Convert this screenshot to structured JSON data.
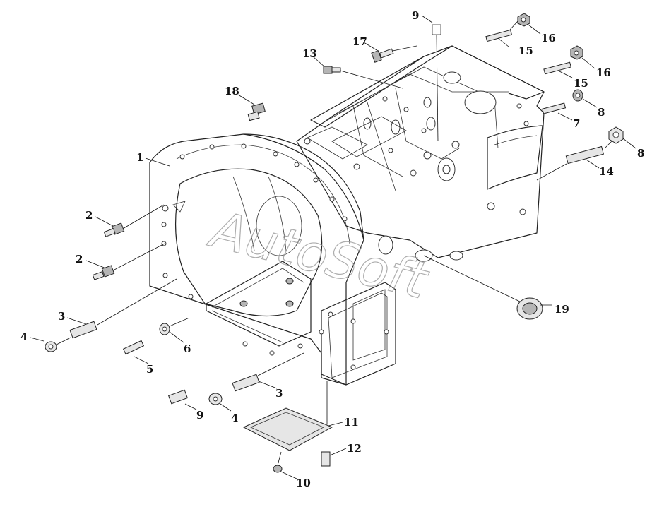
{
  "watermark": "AutoSoft",
  "callouts": [
    "1",
    "2",
    "2",
    "3",
    "3",
    "4",
    "4",
    "5",
    "6",
    "7",
    "8",
    "8",
    "9",
    "9",
    "10",
    "11",
    "12",
    "13",
    "14",
    "15",
    "15",
    "16",
    "16",
    "17",
    "18",
    "19"
  ]
}
